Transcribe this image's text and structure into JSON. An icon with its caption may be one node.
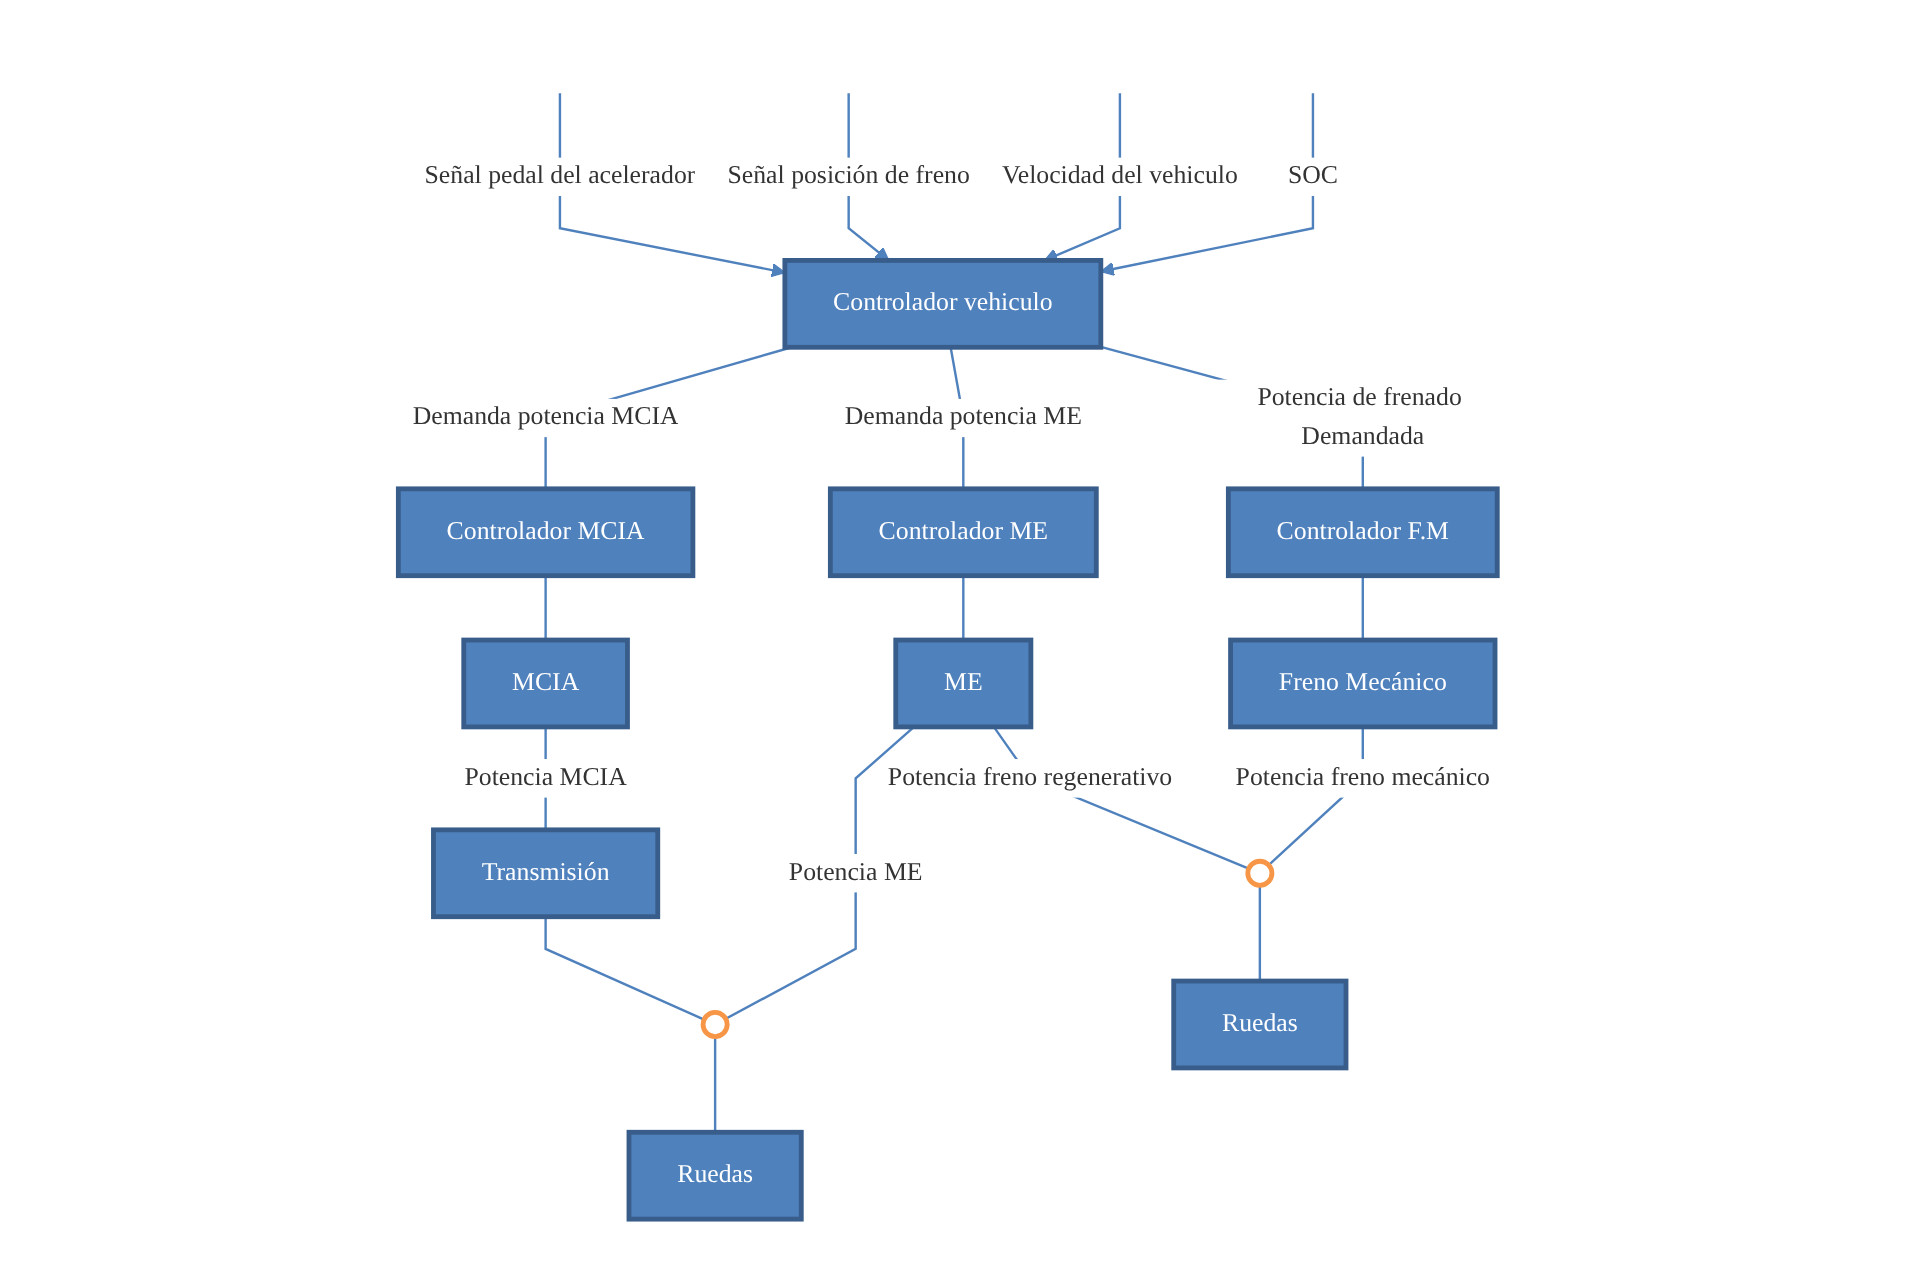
{
  "diagram": {
    "nodes": [
      {
        "text": [
          "Controlador vehiculo"
        ]
      },
      {
        "text": [
          "Controlador MCIA"
        ]
      },
      {
        "text": [
          "MCIA"
        ]
      },
      {
        "text": [
          "Transmisión"
        ]
      },
      {
        "text": [
          "Controlador ME"
        ]
      },
      {
        "text": [
          "ME"
        ]
      },
      {
        "text": [
          "Controlador F.M"
        ]
      },
      {
        "text": [
          "Freno Mecánico"
        ]
      },
      {
        "text": [],
        "shape": "circle"
      },
      {
        "text": [],
        "shape": "circle"
      },
      {
        "text": [
          "Ruedas"
        ]
      },
      {
        "text": [
          "Ruedas"
        ]
      }
    ],
    "edges": [
      {
        "from": null,
        "to": 0,
        "arrow": "to",
        "label": "Señal pedal del acelerador"
      },
      {
        "from": null,
        "to": 0,
        "arrow": "to",
        "label": "Señal posición de freno"
      },
      {
        "from": null,
        "to": 0,
        "arrow": "to",
        "label": "Velocidad del vehiculo"
      },
      {
        "from": null,
        "to": 0,
        "arrow": "to",
        "label": "SOC"
      },
      {
        "from": 0,
        "to": 1,
        "arrow": "none",
        "label": "Demanda potencia MCIA"
      },
      {
        "from": 0,
        "to": 4,
        "arrow": "none",
        "label": "Demanda potencia ME"
      },
      {
        "from": 0,
        "to": 6,
        "arrow": "none",
        "label": "Potencia de frenado Demandada"
      },
      {
        "from": 1,
        "to": 2,
        "arrow": "none"
      },
      {
        "from": 2,
        "to": 3,
        "arrow": "none",
        "label": "Potencia MCIA"
      },
      {
        "from": 4,
        "to": 5,
        "arrow": "none"
      },
      {
        "from": 6,
        "to": 7,
        "arrow": "none"
      },
      {
        "from": 3,
        "to": 8,
        "arrow": "none"
      },
      {
        "from": 5,
        "to": 8,
        "arrow": "none",
        "label": "Potencia ME"
      },
      {
        "from": 5,
        "to": 9,
        "arrow": "none",
        "label": "Potencia freno regenerativo"
      },
      {
        "from": 7,
        "to": 9,
        "arrow": "none",
        "label": "Potencia freno mecánico"
      },
      {
        "from": 8,
        "to": 10,
        "arrow": "none"
      },
      {
        "from": 9,
        "to": 11,
        "arrow": "none"
      }
    ]
  }
}
